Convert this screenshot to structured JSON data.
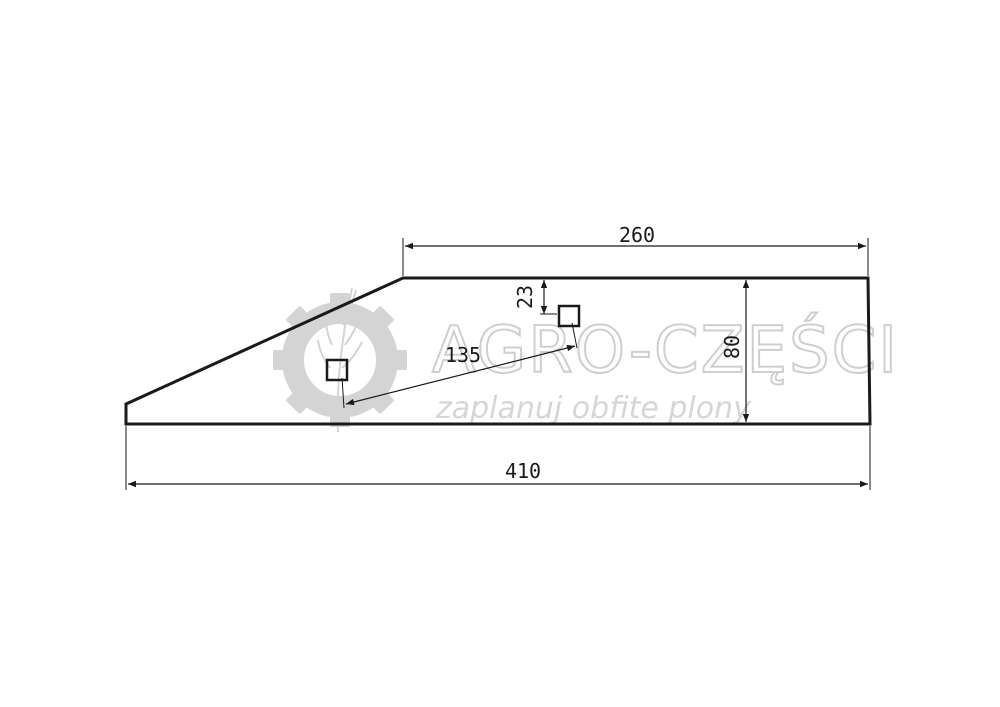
{
  "watermark": {
    "brand": "AGRO-CZĘŚCI",
    "tagline": "zaplanuj obfite plony",
    "color": "#cccccc"
  },
  "dimensions": {
    "top_length": "260",
    "total_length": "410",
    "height": "80",
    "hole_offset": "23",
    "hole_spacing": "135"
  },
  "colors": {
    "line": "#1a1a1a",
    "watermark": "#cccccc"
  }
}
